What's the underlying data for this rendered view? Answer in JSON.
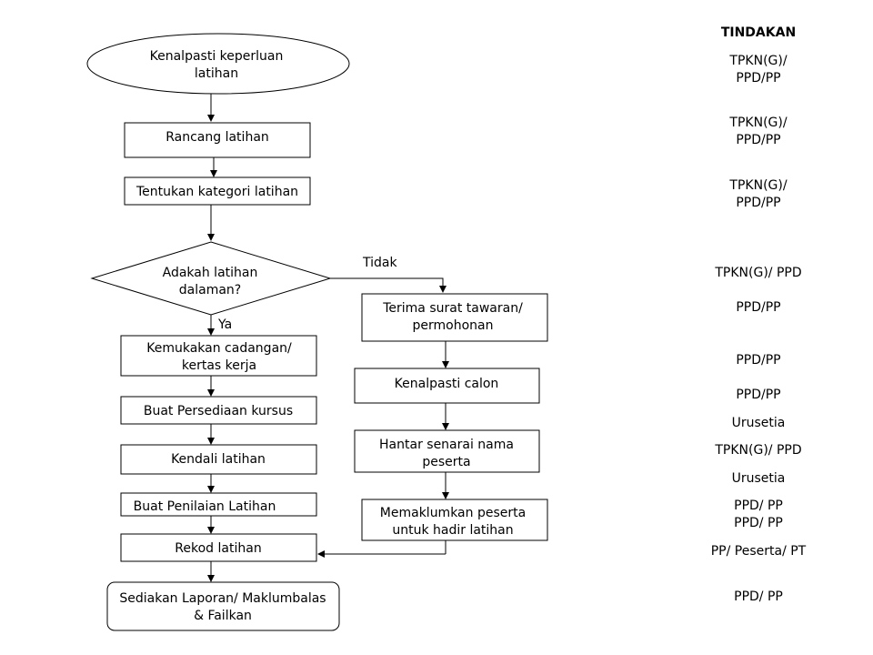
{
  "header": {
    "actions_title": "TINDAKAN"
  },
  "nodes": {
    "identify_needs": [
      "Kenalpasti keperluan",
      "latihan"
    ],
    "design_training": [
      "Rancang latihan"
    ],
    "set_category": [
      "Tentukan kategori latihan"
    ],
    "internal_decision": [
      "Adakah latihan",
      "dalaman?"
    ],
    "propose_paper": [
      "Kemukakan cadangan/",
      "kertas kerja"
    ],
    "prepare_course": [
      "Buat Persediaan kursus"
    ],
    "control_training": [
      "Kendali latihan"
    ],
    "evaluate_training": [
      "Buat Penilaian Latihan"
    ],
    "record_training": [
      "Rekod latihan"
    ],
    "report_file": [
      "Sediakan Laporan/ Maklumbalas",
      "& Failkan"
    ],
    "receive_offer": [
      "Terima surat tawaran/",
      "permohonan"
    ],
    "identify_candidates": [
      "Kenalpasti calon"
    ],
    "send_participants": [
      "Hantar senarai nama",
      "peserta"
    ],
    "notify_participants": [
      "Memaklumkan peserta",
      "untuk hadir latihan"
    ]
  },
  "labels": {
    "no": "Tidak",
    "yes": "Ya"
  },
  "actions": [
    [
      "TPKN(G)/",
      "PPD/PP"
    ],
    [
      "TPKN(G)/",
      "PPD/PP"
    ],
    [
      "TPKN(G)/",
      "PPD/PP"
    ],
    [
      "TPKN(G)/ PPD"
    ],
    [
      "PPD/PP"
    ],
    [
      "PPD/PP"
    ],
    [
      "PPD/PP"
    ],
    [
      "Urusetia"
    ],
    [
      "TPKN(G)/ PPD"
    ],
    [
      "Urusetia"
    ],
    [
      "PPD/ PP",
      "PPD/ PP"
    ],
    [
      "PP/ Peserta/ PT"
    ],
    [
      "PPD/ PP"
    ]
  ]
}
